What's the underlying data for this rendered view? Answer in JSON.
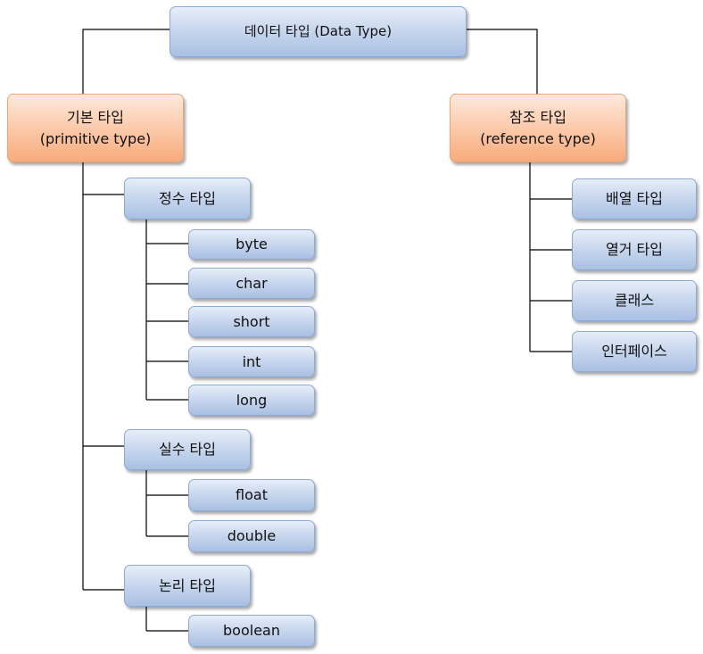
{
  "root": {
    "label": "데이터 타입 (Data Type)"
  },
  "primitive": {
    "label_ko": "기본 타입",
    "label_en": "(primitive type)",
    "groups": [
      {
        "label": "정수 타입",
        "items": [
          "byte",
          "char",
          "short",
          "int",
          "long"
        ]
      },
      {
        "label": "실수 타입",
        "items": [
          "float",
          "double"
        ]
      },
      {
        "label": "논리 타입",
        "items": [
          "boolean"
        ]
      }
    ]
  },
  "reference": {
    "label_ko": "참조 타입",
    "label_en": "(reference type)",
    "items": [
      "배열 타입",
      "열거 타입",
      "클래스",
      "인터페이스"
    ]
  },
  "colors": {
    "blue_box": "#c3d3ec",
    "orange_box": "#fbc7a6",
    "connector": "#000000"
  }
}
